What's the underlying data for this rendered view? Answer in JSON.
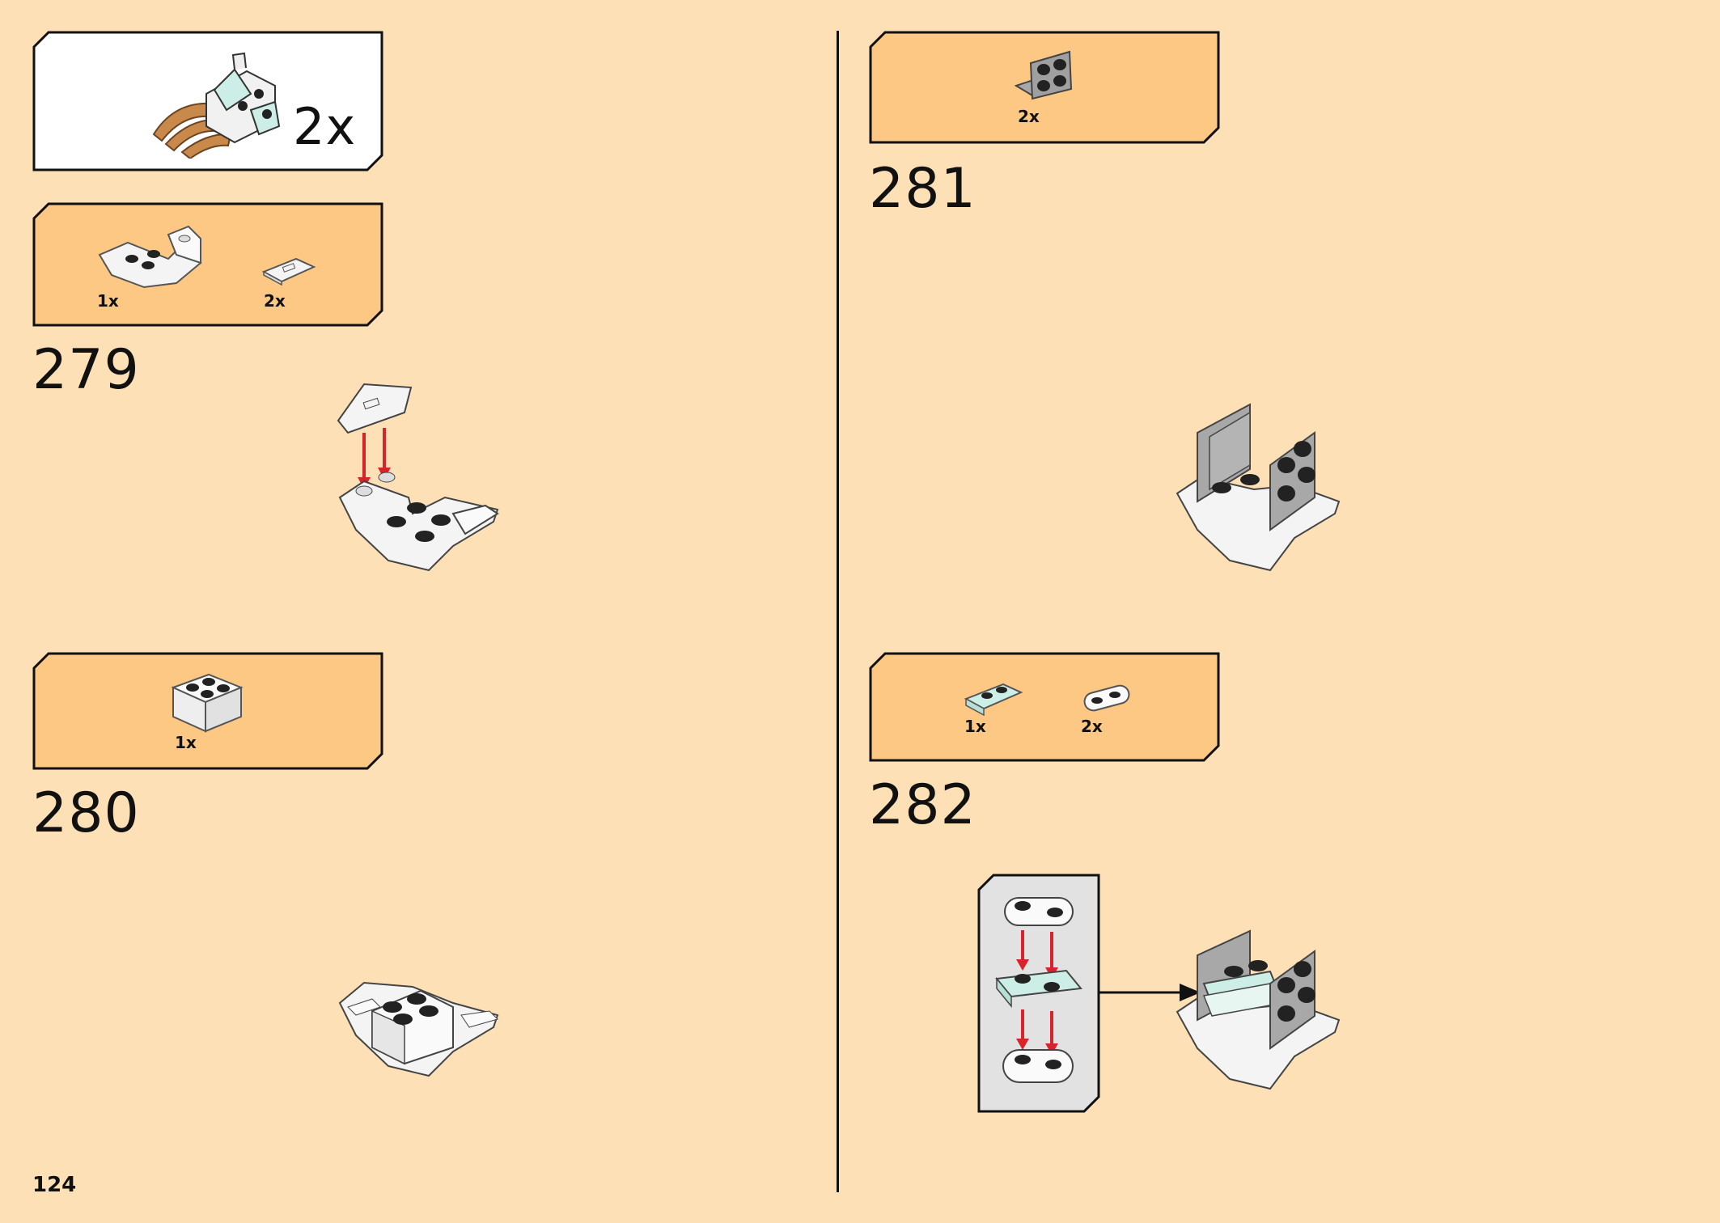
{
  "page": {
    "number": "124"
  },
  "subassembly_callout": {
    "quantity": "2x",
    "icon": "claw-subassembly-icon"
  },
  "steps": [
    {
      "number": "279",
      "parts": [
        {
          "qty": "1x",
          "icon": "white-inverted-slope-brick-icon"
        },
        {
          "qty": "2x",
          "icon": "white-tile-icon"
        }
      ]
    },
    {
      "number": "280",
      "parts": [
        {
          "qty": "1x",
          "icon": "white-2x2-brick-icon"
        }
      ]
    },
    {
      "number": "281",
      "parts": [
        {
          "qty": "2x",
          "icon": "grey-bracket-icon"
        }
      ]
    },
    {
      "number": "282",
      "parts": [
        {
          "qty": "1x",
          "icon": "light-aqua-1x2-plate-icon"
        },
        {
          "qty": "2x",
          "icon": "white-rounded-plate-icon"
        }
      ]
    }
  ],
  "colors": {
    "page_background": "#fde0b6",
    "parts_box": "#fdc884",
    "callout_box": "#ffffff",
    "arrow_red": "#d8232a",
    "frame": "#111111"
  }
}
